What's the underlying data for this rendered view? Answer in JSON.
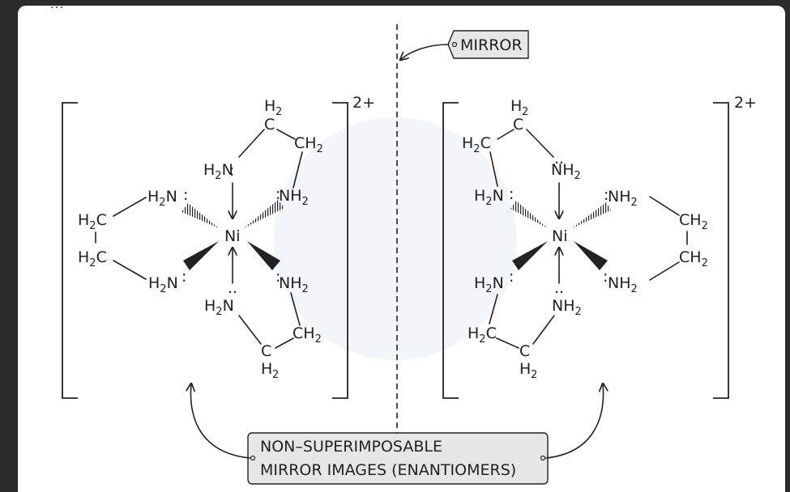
{
  "top_caption": "...",
  "mirror_label": "MIRROR",
  "charge": "2+",
  "bottom_label": {
    "line1": "NON–SUPERIMPOSABLE",
    "line2": "MIRROR IMAGES (ENANTIOMERS)"
  },
  "atoms": {
    "metal": "Ni",
    "N": "N",
    "H": "H",
    "C": "C",
    "subscript": "2"
  },
  "colors": {
    "background": "#2b2b2b",
    "card": "#ffffff",
    "ink": "#222222",
    "label_fill": "#e6e6e6"
  }
}
